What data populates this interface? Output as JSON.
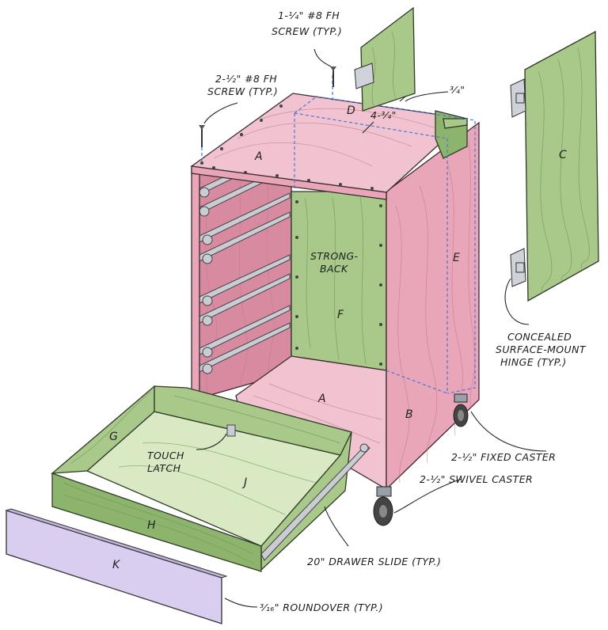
{
  "labels": {
    "screw_top": "1-1/4\" #8 FH SCREW (TYP.)",
    "screw_top_line1": "1-¹⁄₄\" #8 FH",
    "screw_top_line2": "SCREW (TYP.)",
    "screw_left_line1": "2-¹⁄₂\" #8 FH",
    "screw_left_line2": "SCREW (TYP.)",
    "dim_three_quarter": "³⁄₄\"",
    "dim_four_three_quarter": "4-³⁄₄\"",
    "strongback_line1": "STRONG-",
    "strongback_line2": "BACK",
    "hinge_line1": "CONCEALED",
    "hinge_line2": "SURFACE-MOUNT",
    "hinge_line3": "HINGE (TYP.)",
    "fixed_caster": "2-¹⁄₂\" FIXED CASTER",
    "swivel_caster": "2-¹⁄₂\" SWIVEL CASTER",
    "drawer_slide": "20\" DRAWER SLIDE (TYP.)",
    "roundover": "³⁄₁₆\" ROUNDOVER (TYP.)",
    "touch_latch_line1": "TOUCH",
    "touch_latch_line2": "LATCH"
  },
  "parts": {
    "A_top": "A",
    "A_bottom": "A",
    "B": "B",
    "C": "C",
    "D": "D",
    "E": "E",
    "F": "F",
    "G": "G",
    "H": "H",
    "J": "J",
    "K": "K"
  },
  "colors": {
    "case": "#e8a6b8",
    "door": "#a9c98a",
    "drawer_front": "#d9cdf0",
    "hidden_line": "#4a78d8"
  }
}
